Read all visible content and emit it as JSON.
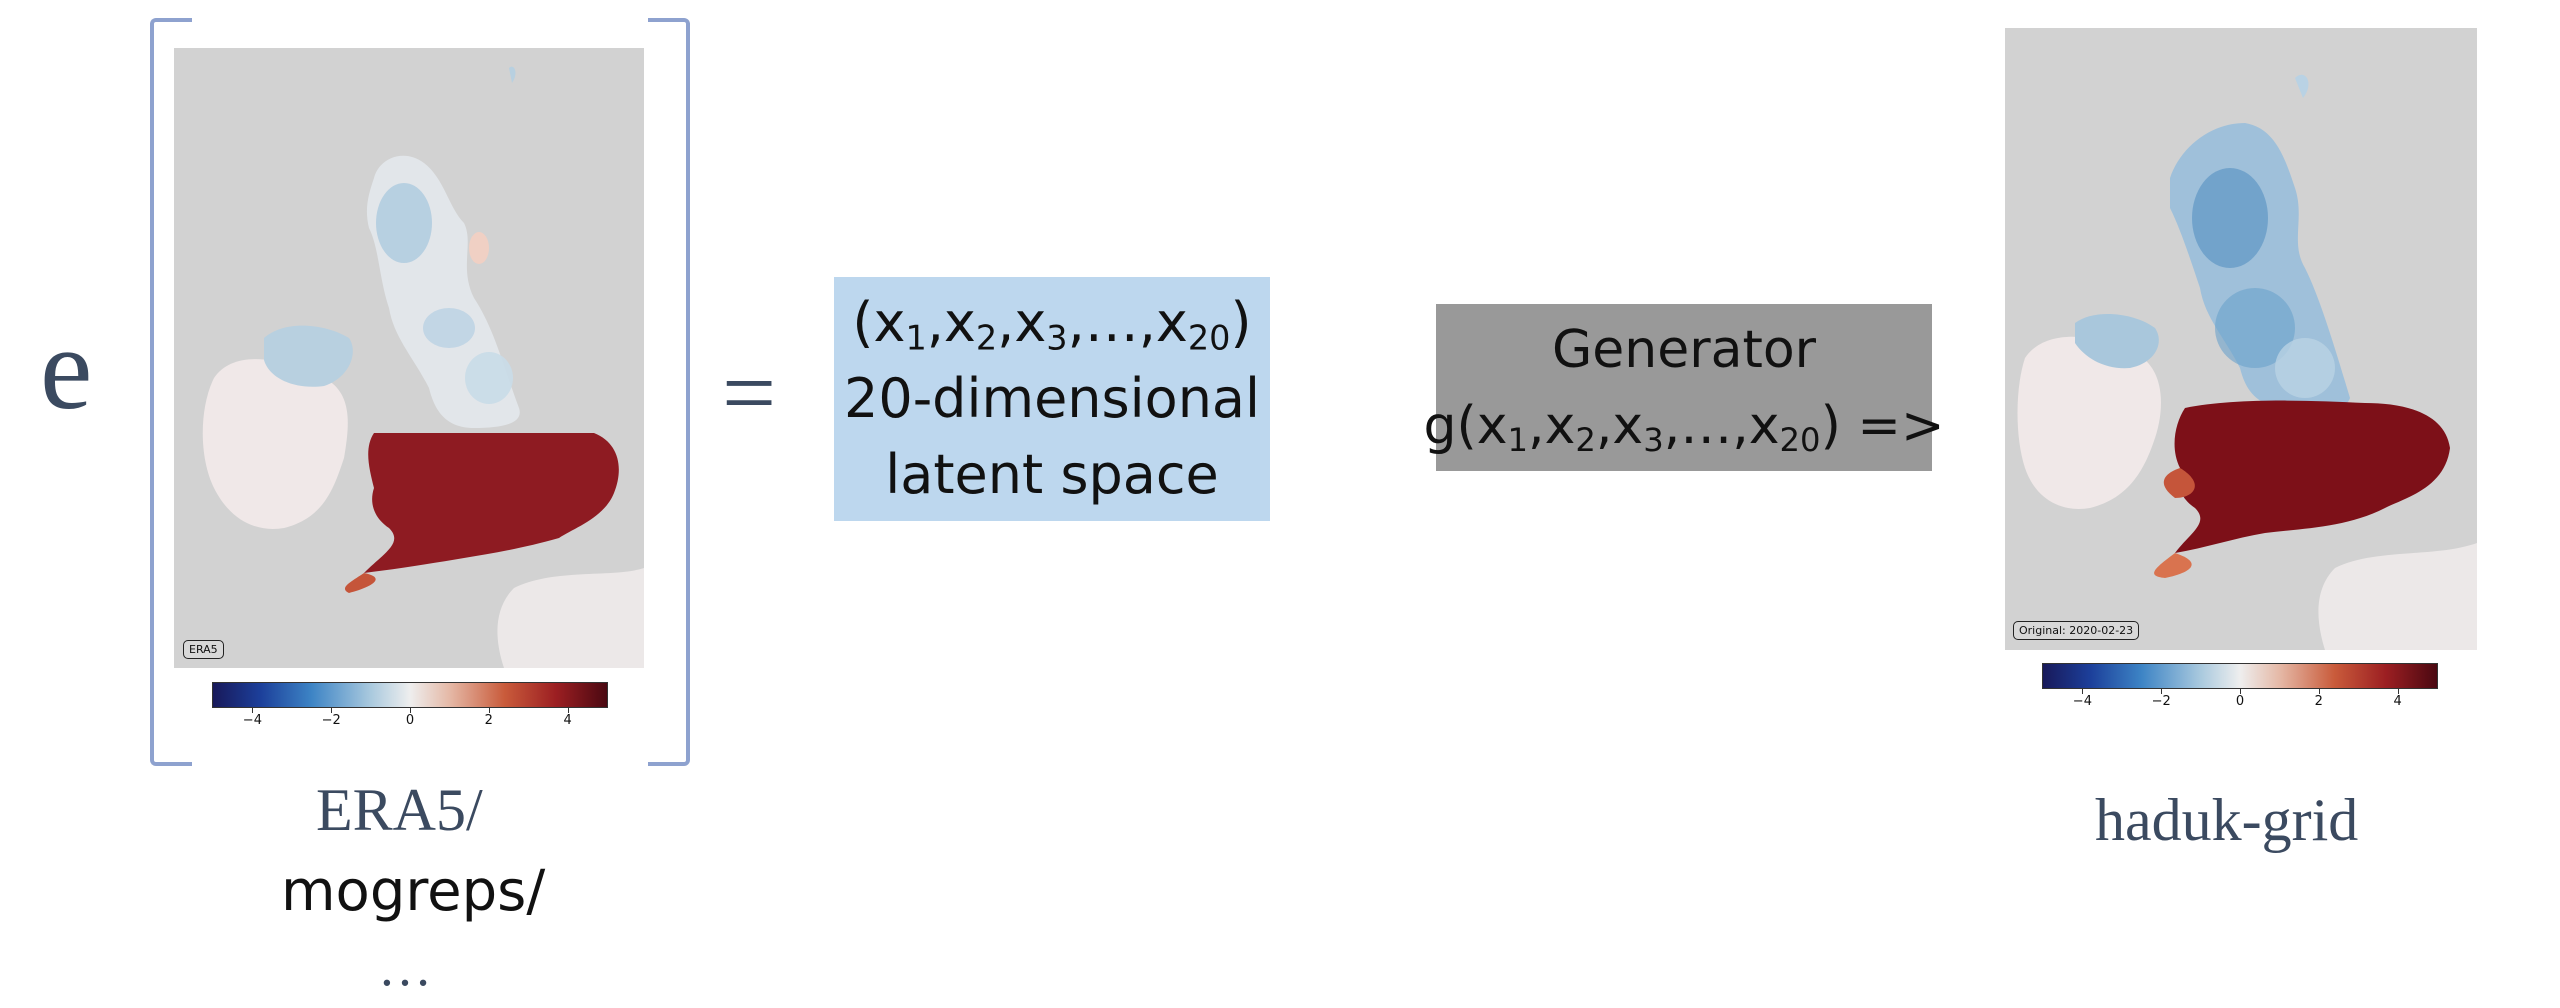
{
  "formula": {
    "e_symbol": "e",
    "equals_symbol": "="
  },
  "latent_box": {
    "line1_parts": [
      "(x",
      "1",
      ",x",
      "2",
      ",x",
      "3",
      ",…,x",
      "20",
      ")"
    ],
    "line2": "20-dimensional",
    "line3": "latent space"
  },
  "generator_box": {
    "line1": "Generator",
    "line2_parts": [
      "g(x",
      "1",
      ",x",
      "2",
      ",x",
      "3",
      ",…,x",
      "20",
      ") =>"
    ]
  },
  "left_map": {
    "tag": "ERA5",
    "colorbar_ticks": [
      "−4",
      "−2",
      "0",
      "2",
      "4"
    ]
  },
  "right_map": {
    "tag": "Original: 2020-02-23",
    "colorbar_ticks": [
      "−4",
      "−2",
      "0",
      "2",
      "4"
    ]
  },
  "sources_label": {
    "line1": "ERA5/",
    "line2": "mogreps/",
    "line3": "…"
  },
  "target_label": "haduk-grid",
  "colors": {
    "bracket": "#8ea2cf",
    "latent_box_bg": "#bdd7ee",
    "generator_box_bg": "#999999",
    "map_bg": "#d2d2d2",
    "serif_text": "#3b4a60"
  }
}
